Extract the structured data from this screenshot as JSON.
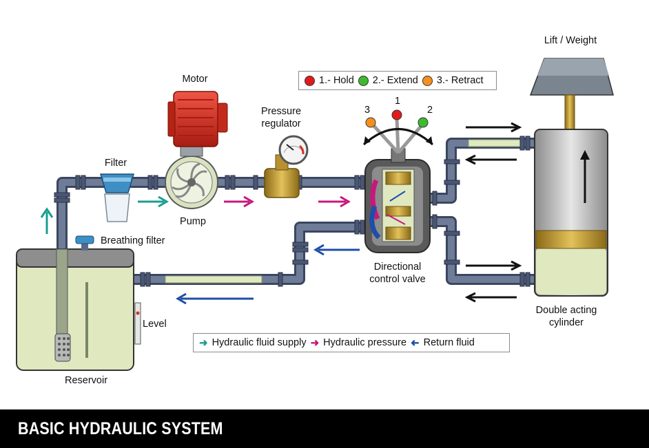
{
  "labels": {
    "lift_weight": "Lift / Weight",
    "motor": "Motor",
    "pressure_regulator_line1": "Pressure",
    "pressure_regulator_line2": "regulator",
    "filter": "Filter",
    "pump": "Pump",
    "breathing_filter": "Breathing filter",
    "level": "Level",
    "reservoir": "Reservoir",
    "directional_valve_line1": "Directional",
    "directional_valve_line2": "control valve",
    "double_acting_line1": "Double acting",
    "double_acting_line2": "cylinder",
    "lever_1": "1",
    "lever_2": "2",
    "lever_3": "3"
  },
  "positions_legend": [
    {
      "label": "1.- Hold",
      "color": "#e01b1b"
    },
    {
      "label": "2.- Extend",
      "color": "#3dbb2d"
    },
    {
      "label": "3.- Retract",
      "color": "#f5901e"
    }
  ],
  "flow_legend": [
    {
      "label": "Hydraulic fluid supply",
      "color": "#1a9e8e"
    },
    {
      "label": "Hydraulic pressure",
      "color": "#c8177c"
    },
    {
      "label": "Return fluid",
      "color": "#1e4ea8"
    }
  ],
  "colors": {
    "pipe": "#5a6a86",
    "fluid": "#dfe8bf",
    "supply": "#1a9e8e",
    "pressure": "#c8177c",
    "return": "#1e4ea8",
    "motor": "#d93025",
    "brass": "#c9a33a"
  },
  "footer": {
    "title": "BASIC HYDRAULIC SYSTEM"
  }
}
